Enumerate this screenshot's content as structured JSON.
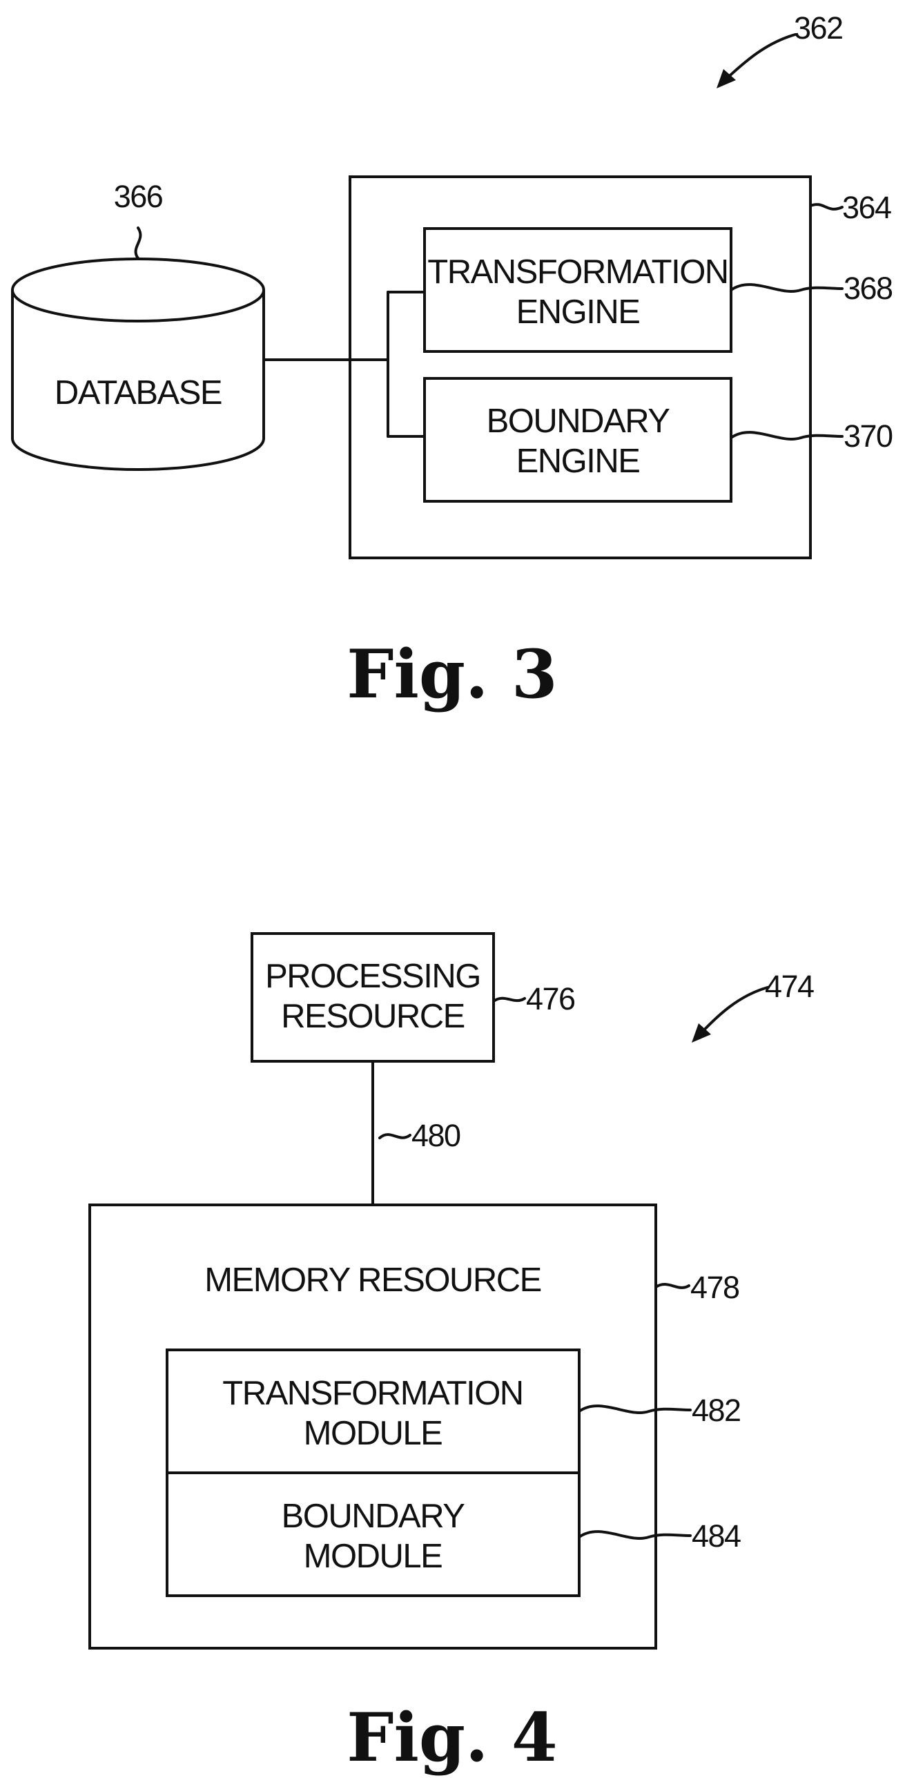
{
  "figure3": {
    "caption": "Fig. 3",
    "system_ref": "362",
    "container_ref": "364",
    "database": {
      "label": "DATABASE",
      "ref": "366"
    },
    "transformation_engine": {
      "line1": "TRANSFORMATION",
      "line2": "ENGINE",
      "ref": "368"
    },
    "boundary_engine": {
      "line1": "BOUNDARY",
      "line2": "ENGINE",
      "ref": "370"
    }
  },
  "figure4": {
    "caption": "Fig. 4",
    "system_ref": "474",
    "processing_resource": {
      "line1": "PROCESSING",
      "line2": "RESOURCE",
      "ref": "476"
    },
    "link_ref": "480",
    "memory_resource": {
      "label": "MEMORY RESOURCE",
      "ref": "478"
    },
    "transformation_module": {
      "line1": "TRANSFORMATION",
      "line2": "MODULE",
      "ref": "482"
    },
    "boundary_module": {
      "line1": "BOUNDARY",
      "line2": "MODULE",
      "ref": "484"
    }
  }
}
